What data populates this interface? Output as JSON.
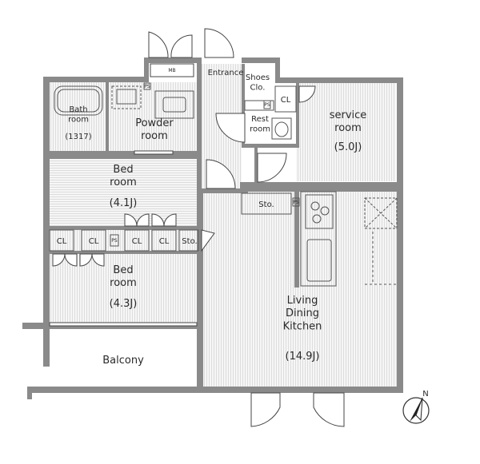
{
  "rooms": {
    "bath": "Bath room",
    "bath_size": "(1317)",
    "powder": "Powder room",
    "entrance": "Entrance",
    "shoes": "Shoes Clo.",
    "cl_top": "CL",
    "rest": "Rest room",
    "service": "service room",
    "service_size": "(5.0J)",
    "bed1": "Bed room",
    "bed1_size": "(4.1J)",
    "sto_kitchen": "Sto.",
    "cl1": "CL",
    "cl2": "CL",
    "cl3": "CL",
    "cl4": "CL",
    "sto_bed": "Sto.",
    "bed2": "Bed room",
    "bed2_size": "(4.3J)",
    "ldk": "Living Dining Kitchen",
    "ldk_size": "(14.9J)",
    "balcony": "Balcony"
  },
  "marks": {
    "ps": "PS",
    "mb": "MB"
  },
  "compass": "N",
  "colors": {
    "wall": "#8a8a8a",
    "floor_stripe": "#dcdcdc"
  }
}
